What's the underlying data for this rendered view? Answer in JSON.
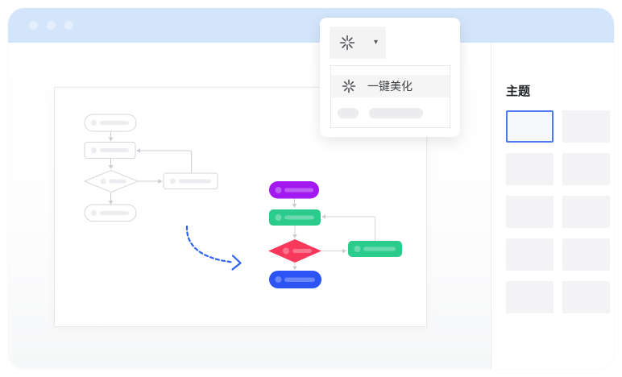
{
  "window": {
    "dot_count": 3
  },
  "colors": {
    "header_bg": "#d3e5fb",
    "theme_selected_border": "#4e7cf0",
    "transform_arrow": "#2e62f4"
  },
  "toolbar": {
    "beautify_icon": "burst-icon",
    "caret": "▾"
  },
  "dropdown_menu": {
    "items": [
      {
        "icon": "burst-icon",
        "label": "一键美化",
        "highlighted": true
      },
      {
        "placeholder": true
      }
    ]
  },
  "sidebar": {
    "title": "主题",
    "theme_count": 10,
    "selected_index": 0
  },
  "diagram": {
    "before": {
      "style": "wireframe-gray",
      "nodes": [
        {
          "type": "start",
          "shape": "stadium"
        },
        {
          "type": "process",
          "shape": "rounded-rect"
        },
        {
          "type": "decision",
          "shape": "diamond"
        },
        {
          "type": "process",
          "shape": "rounded-rect"
        },
        {
          "type": "end",
          "shape": "stadium"
        }
      ]
    },
    "after": {
      "nodes": [
        {
          "type": "start",
          "shape": "stadium",
          "color": "#a31af0"
        },
        {
          "type": "process",
          "shape": "rounded-rect",
          "color": "#2bcb8c"
        },
        {
          "type": "decision",
          "shape": "diamond",
          "color": "#f8395c"
        },
        {
          "type": "process",
          "shape": "rounded-rect",
          "color": "#2bcb8c"
        },
        {
          "type": "end",
          "shape": "stadium",
          "color": "#2c53f4"
        }
      ]
    },
    "transform_arrow_color": "#2e62f4"
  }
}
